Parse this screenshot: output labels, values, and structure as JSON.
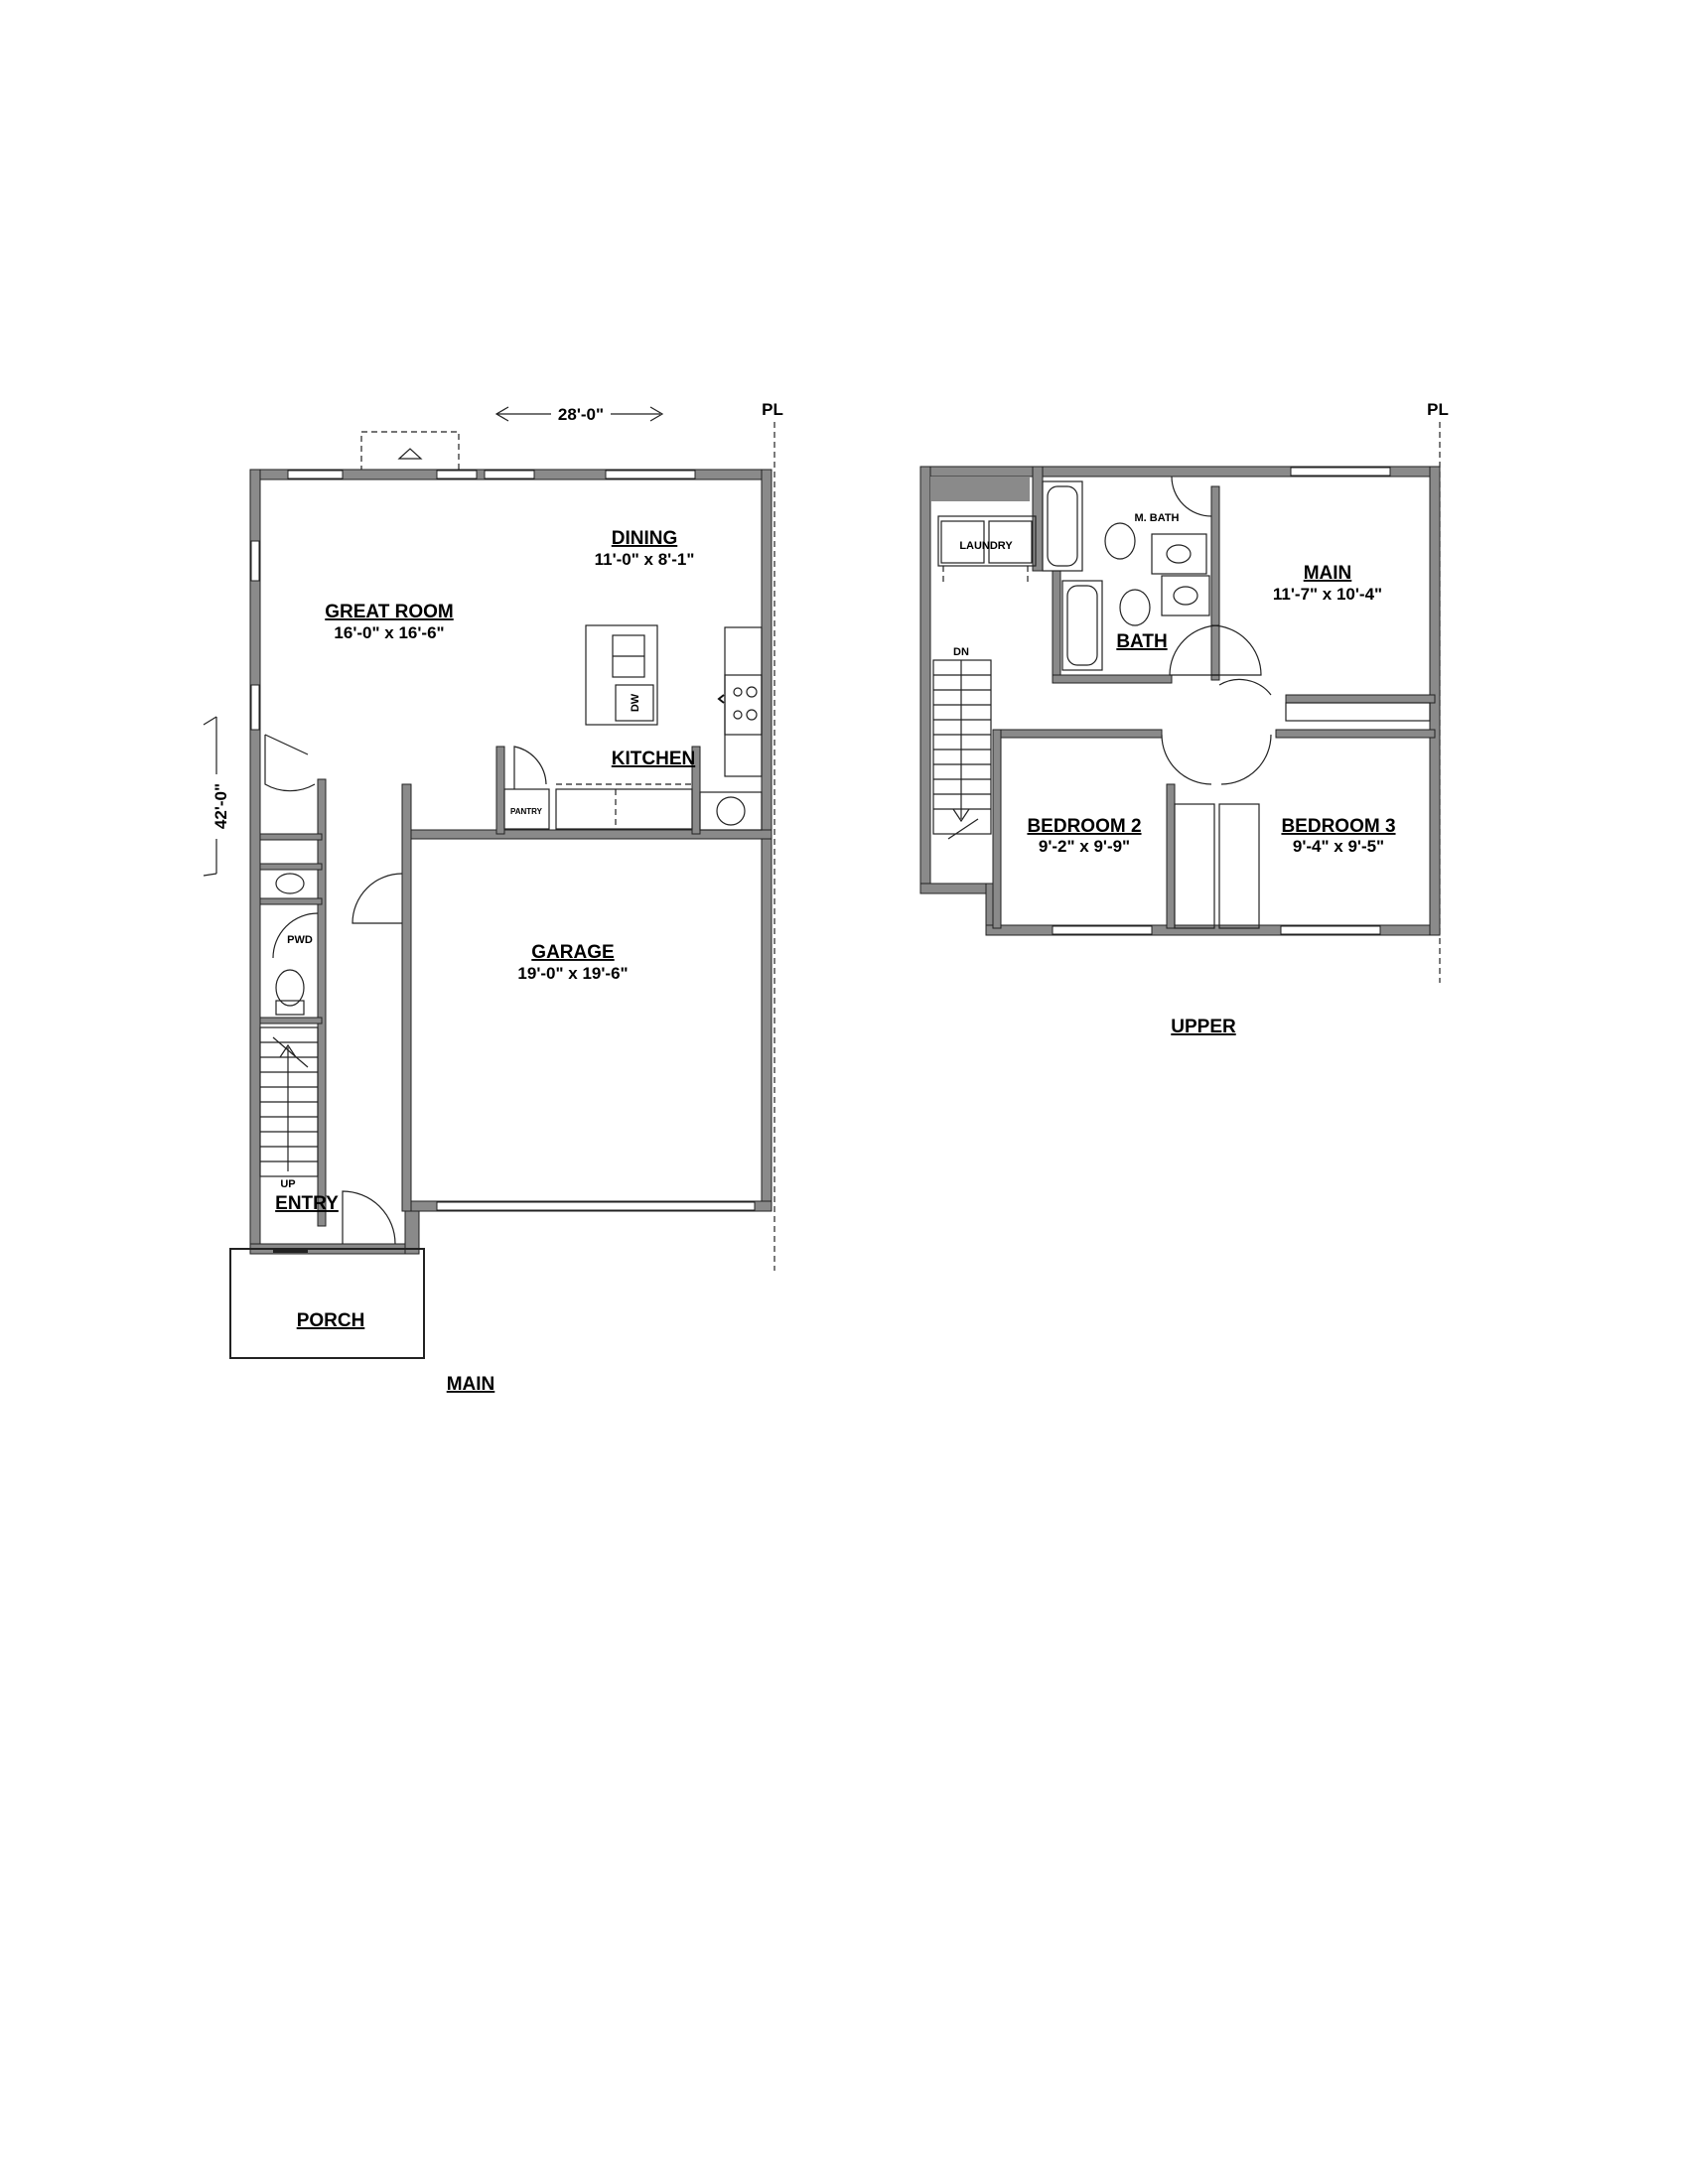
{
  "main_plan": {
    "title": "MAIN",
    "overall_width": "28'-0\"",
    "overall_depth": "42'-0\"",
    "property_line": "PL",
    "rooms": {
      "great_room": {
        "name": "GREAT ROOM",
        "size": "16'-0\" x 16'-6\""
      },
      "dining": {
        "name": "DINING",
        "size": "11'-0\" x 8'-1\""
      },
      "kitchen": {
        "name": "KITCHEN"
      },
      "pantry": {
        "name": "PANTRY"
      },
      "garage": {
        "name": "GARAGE",
        "size": "19'-0\" x 19'-6\""
      },
      "pwd": {
        "name": "PWD"
      },
      "entry": {
        "name": "ENTRY"
      },
      "porch": {
        "name": "PORCH"
      }
    },
    "stair_label": "UP",
    "dishwasher": "DW"
  },
  "upper_plan": {
    "title": "UPPER",
    "property_line": "PL",
    "rooms": {
      "main": {
        "name": "MAIN",
        "size": "11'-7\" x 10'-4\""
      },
      "m_bath": {
        "name": "M. BATH"
      },
      "bath": {
        "name": "BATH"
      },
      "laundry": {
        "name": "LAUNDRY"
      },
      "bedroom2": {
        "name": "BEDROOM 2",
        "size": "9'-2\" x 9'-9\""
      },
      "bedroom3": {
        "name": "BEDROOM 3",
        "size": "9'-4\" x 9'-5\""
      }
    },
    "stair_label": "DN"
  }
}
